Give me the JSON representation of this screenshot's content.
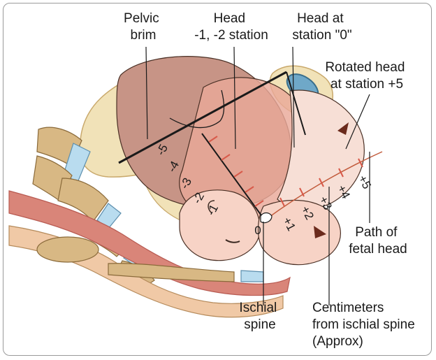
{
  "labels": {
    "pelvic_brim": [
      "Pelvic",
      "brim"
    ],
    "head_station": [
      "Head",
      "-1, -2 station"
    ],
    "head_zero": [
      "Head at",
      "station \"0\""
    ],
    "rotated_head": [
      "Rotated head",
      "at station +5"
    ],
    "path_fetal": [
      "Path of",
      "fetal head"
    ],
    "ischial_spine": [
      "Ischial",
      "spine"
    ],
    "centimeters": [
      "Centimeters",
      "from ischial spine",
      "(Approx)"
    ]
  },
  "stations_minus": [
    "-5",
    "-4",
    "-3",
    "-2",
    "-1"
  ],
  "station_zero": "0",
  "stations_plus": [
    "+1",
    "+2",
    "+3",
    "+4",
    "+5"
  ],
  "colors": {
    "bone": "#f1e2b8",
    "bone_edge": "#c9a96c",
    "spongy": "#d8b884",
    "disc": "#b9dcef",
    "muscle": "#d98579",
    "muscle_dark": "#b85b52",
    "skin": "#f7d3c6",
    "head_brown": "#c79486",
    "head_pink": "#e9a898",
    "tick": "#d85a4a",
    "outline": "#3c2a22"
  }
}
